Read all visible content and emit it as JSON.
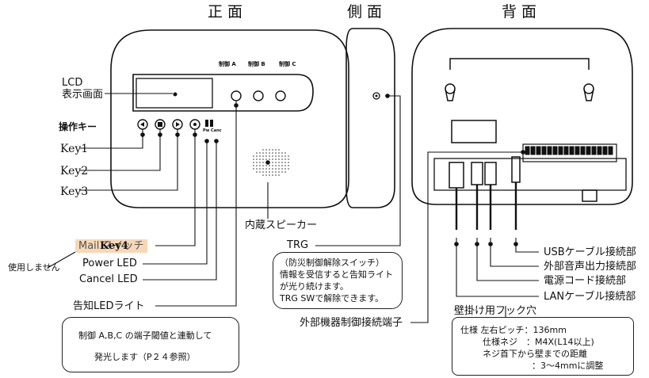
{
  "headings": {
    "front": "正面",
    "side": "側面",
    "back": "背面"
  },
  "front_labels": {
    "ctrl_a": "制御 A",
    "ctrl_b": "制御 B",
    "ctrl_c": "制御 C",
    "lcd_1": "LCD",
    "lcd_2": "表示画面",
    "keys": "操作キー",
    "key1": "Key1",
    "key2": "Key2",
    "key3": "Key3",
    "tiny": "Pw Canc",
    "speaker": "内蔵スピーカー",
    "mail_switch": "Mail スイッチ",
    "key4": "Key4",
    "not_used": "使用しません",
    "power_led": "Power LED",
    "cancel_led": "Cancel LED",
    "notice_led": "告知LEDライト",
    "notice_note_1": "制御 A,B,C の端子閾値と連動して",
    "notice_note_2": "発光します（P２４参照）"
  },
  "side_labels": {
    "trg": "TRG",
    "trg_note_1": "（防災制御解除スイッチ）",
    "trg_note_2": "情報を受信すると告知ライト",
    "trg_note_3": "が光り続けます。",
    "trg_note_4": "TRG SWで解除できます。",
    "ext_ctrl": "外部機器制御接続端子"
  },
  "back_labels": {
    "usb": "USBケーブル接続部",
    "audio": "外部音声出力接続部",
    "power": "電源コード接続部",
    "lan": "LANケーブル接続部",
    "hook": "壁掛け用フック穴",
    "spec_1": "仕様 左右ピッチ：136mm",
    "spec_2": "仕様ネジ　：M4X(L14以上)",
    "spec_3": "ネジ首下から壁までの距離",
    "spec_4": "：3～4mmに調整"
  }
}
